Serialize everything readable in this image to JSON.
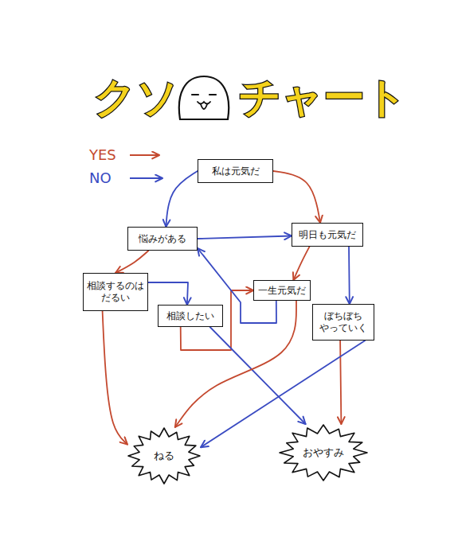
{
  "diagram": {
    "title": "クソ チャート",
    "nodes": [
      {
        "text": [
          "私は元気だ"
        ]
      },
      {
        "text": [
          "悩みがある"
        ]
      },
      {
        "text": [
          "明日も元気だ"
        ]
      },
      {
        "text": [
          "相談するのは だるい"
        ]
      },
      {
        "text": [
          "一生元気だ"
        ]
      },
      {
        "text": [
          "相談したい"
        ]
      },
      {
        "text": [
          "ぼちぼち やっていく"
        ]
      },
      {
        "text": [
          "ねる"
        ]
      },
      {
        "text": [
          "おやすみ"
        ]
      }
    ],
    "edges": [
      {
        "from": 0,
        "to": 2,
        "arrow": "to"
      },
      {
        "from": 0,
        "to": 1,
        "arrow": "to"
      },
      {
        "from": 1,
        "to": 2,
        "arrow": "to"
      },
      {
        "from": 1,
        "to": 3,
        "arrow": "to"
      },
      {
        "from": 2,
        "to": 4,
        "arrow": "to"
      },
      {
        "from": 2,
        "to": 6,
        "arrow": "to"
      },
      {
        "from": 3,
        "to": 7,
        "arrow": "to"
      },
      {
        "from": 3,
        "to": 5,
        "arrow": "to"
      },
      {
        "from": 5,
        "to": 4,
        "arrow": "to"
      },
      {
        "from": 5,
        "to": 8,
        "arrow": "to"
      },
      {
        "from": 4,
        "to": 1,
        "arrow": "to"
      },
      {
        "from": 4,
        "to": 7,
        "arrow": "to"
      },
      {
        "from": 6,
        "to": 8,
        "arrow": "to"
      },
      {
        "from": 6,
        "to": 7,
        "arrow": "to"
      }
    ],
    "legend": [
      {
        "text": "YES"
      },
      {
        "text": "NO"
      }
    ]
  }
}
